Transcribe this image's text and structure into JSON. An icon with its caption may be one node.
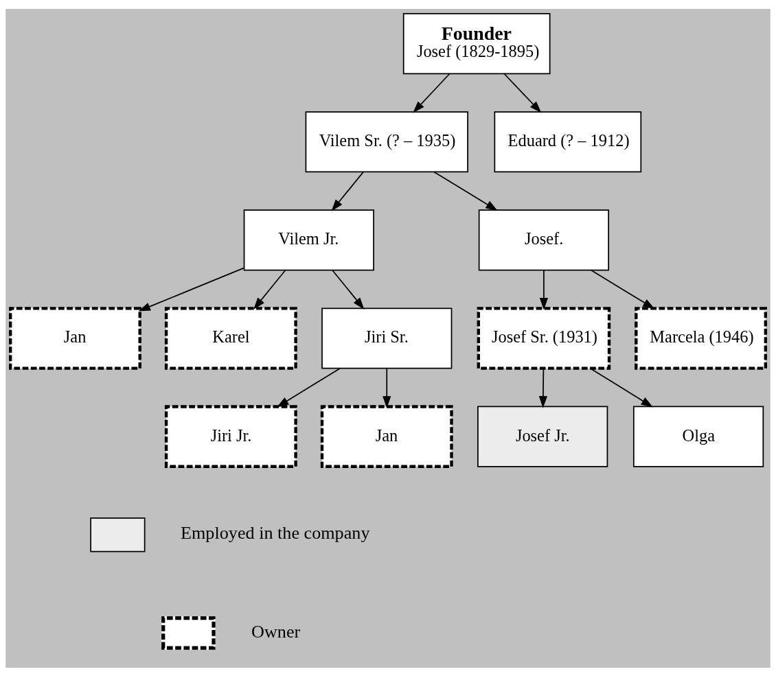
{
  "diagram": {
    "nodes": [
      {
        "text": [
          "Founder",
          "Josef (1829-1895)"
        ]
      },
      {
        "text": [
          "Vilem Sr. (? – 1935)"
        ]
      },
      {
        "text": [
          "Eduard (? – 1912)"
        ]
      },
      {
        "text": [
          "Vilem Jr."
        ]
      },
      {
        "text": [
          "Josef."
        ]
      },
      {
        "text": [
          "Jan"
        ]
      },
      {
        "text": [
          "Karel"
        ]
      },
      {
        "text": [
          "Jiri Sr."
        ]
      },
      {
        "text": [
          "Josef Sr. (1931)"
        ]
      },
      {
        "text": [
          "Marcela (1946)"
        ]
      },
      {
        "text": [
          "Jiri Jr."
        ]
      },
      {
        "text": [
          "Jan"
        ]
      },
      {
        "text": [
          "Josef Jr."
        ]
      },
      {
        "text": [
          "Olga"
        ]
      }
    ],
    "edges": [
      {
        "from": 0,
        "to": 1,
        "arrow": "to"
      },
      {
        "from": 0,
        "to": 2,
        "arrow": "to"
      },
      {
        "from": 1,
        "to": 3,
        "arrow": "to"
      },
      {
        "from": 1,
        "to": 4,
        "arrow": "to"
      },
      {
        "from": 3,
        "to": 5,
        "arrow": "to"
      },
      {
        "from": 3,
        "to": 6,
        "arrow": "to"
      },
      {
        "from": 3,
        "to": 7,
        "arrow": "to"
      },
      {
        "from": 4,
        "to": 8,
        "arrow": "to"
      },
      {
        "from": 4,
        "to": 9,
        "arrow": "to"
      },
      {
        "from": 7,
        "to": 10,
        "arrow": "to"
      },
      {
        "from": 7,
        "to": 11,
        "arrow": "to"
      },
      {
        "from": 8,
        "to": 12,
        "arrow": "to"
      },
      {
        "from": 8,
        "to": 13,
        "arrow": "to"
      }
    ],
    "legend": [
      {
        "text": "Employed in the company",
        "color": "#ececec"
      },
      {
        "text": "Owner"
      }
    ]
  }
}
